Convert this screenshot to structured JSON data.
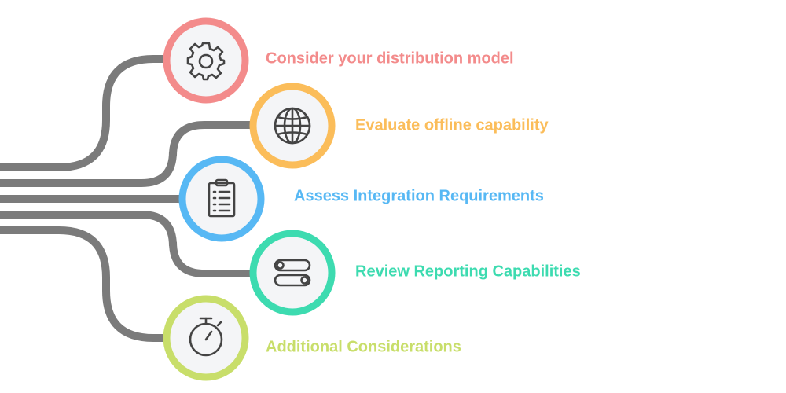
{
  "colors": {
    "connector": "#7b7b7b",
    "circle_fill": "#f4f5f7",
    "icon": "#444444"
  },
  "steps": [
    {
      "label": "Consider your distribution model",
      "icon": "gear-icon",
      "color": "#f38b8b"
    },
    {
      "label": "Evaluate offline capability",
      "icon": "globe-icon",
      "color": "#fbbd5a"
    },
    {
      "label": "Assess Integration Requirements",
      "icon": "clipboard-icon",
      "color": "#57b8f4"
    },
    {
      "label": "Review Reporting Capabilities",
      "icon": "toggle-icon",
      "color": "#3ddbb0"
    },
    {
      "label": "Additional Considerations",
      "icon": "stopwatch-icon",
      "color": "#c8de6a"
    }
  ]
}
